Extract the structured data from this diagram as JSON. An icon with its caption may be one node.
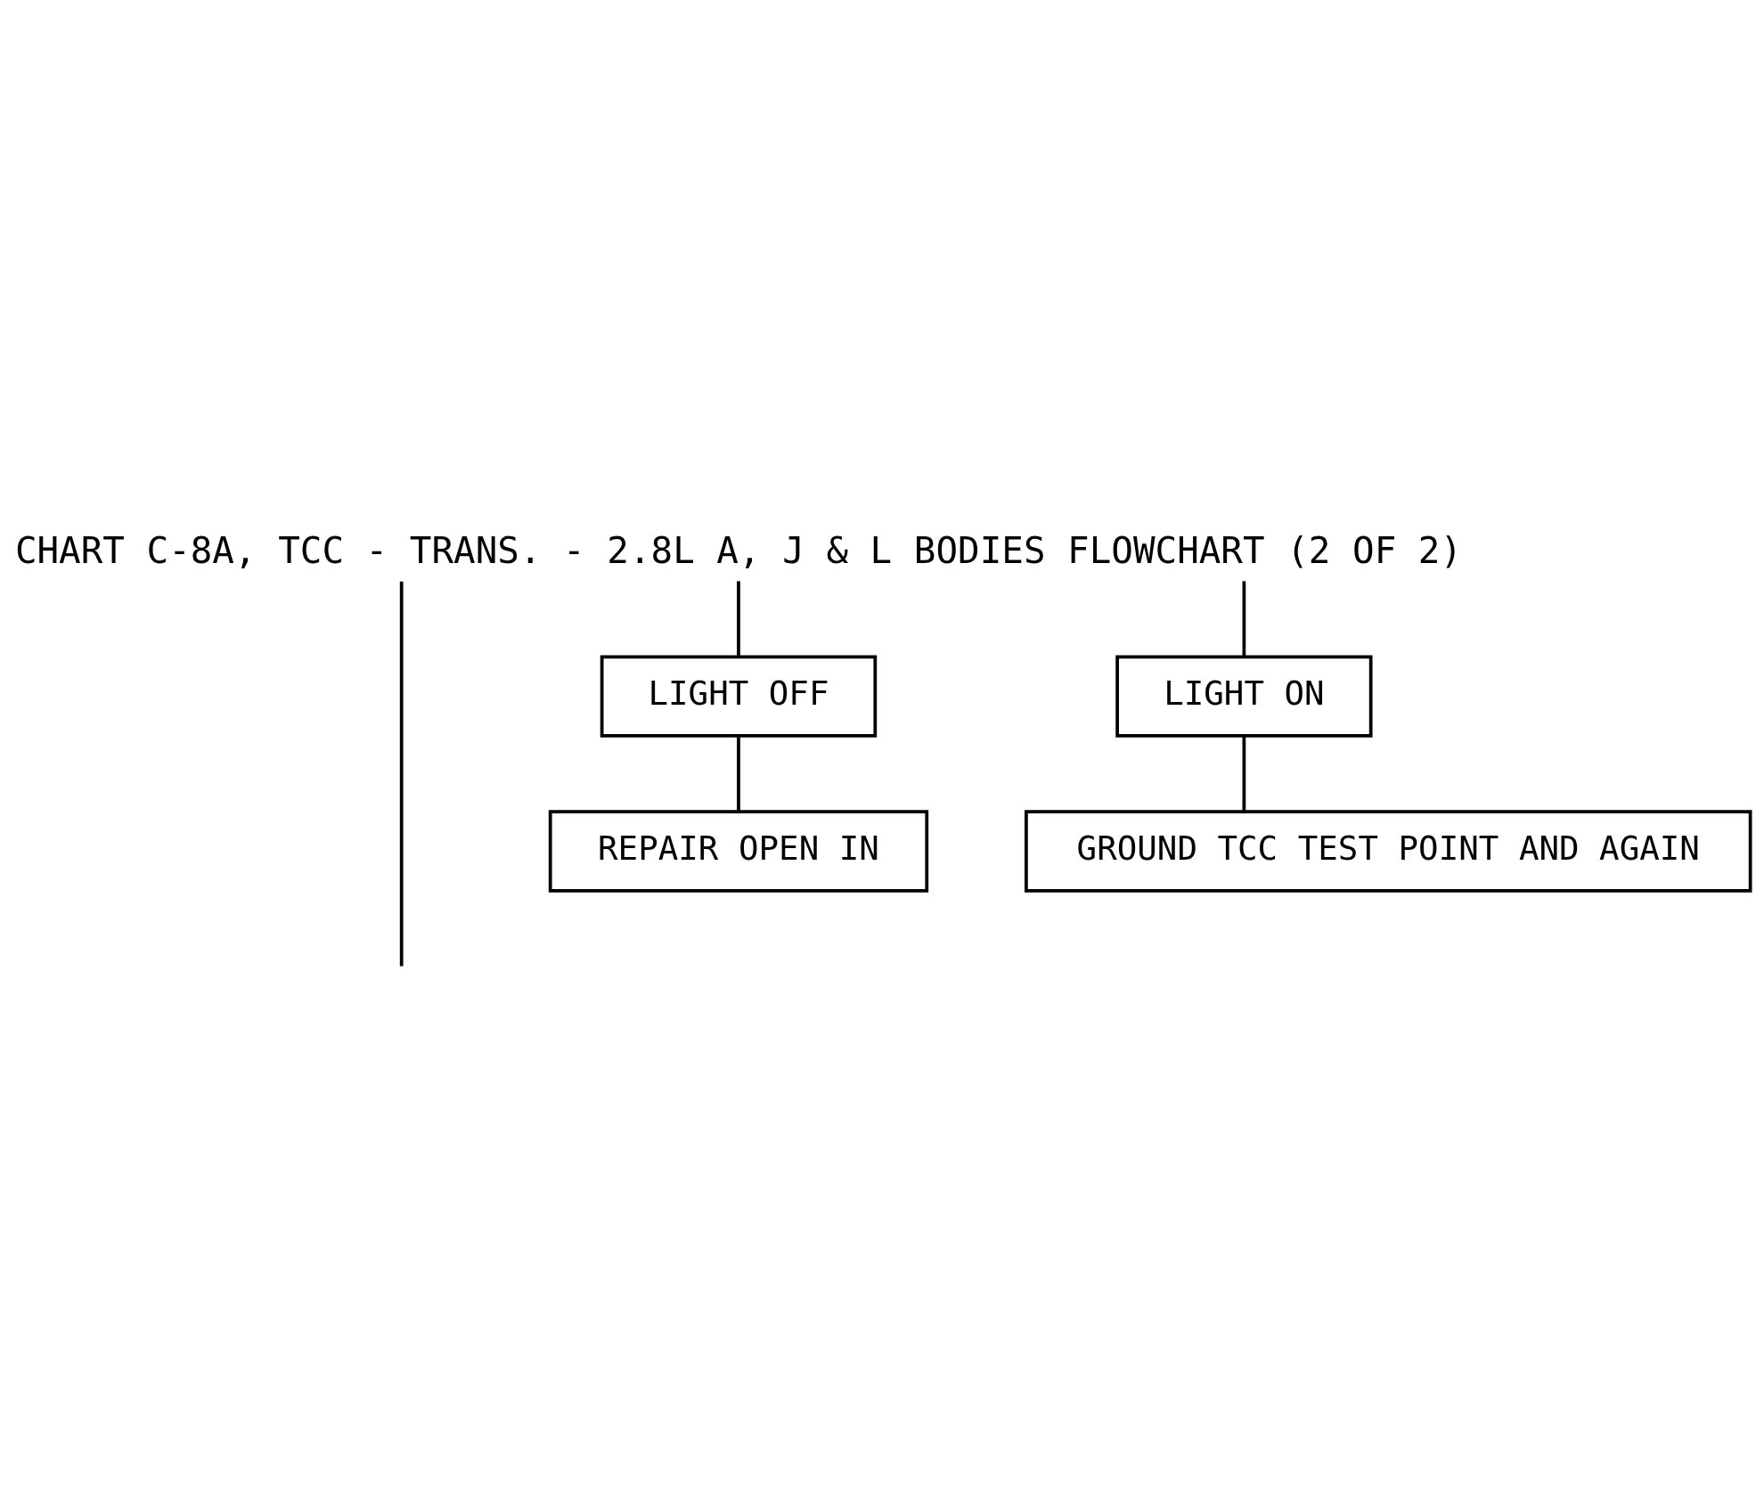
{
  "diagram": {
    "nodes": [
      {
        "text": [
          "CHART C-8A, TCC - TRANS. - 2.8L A, J & L BODIES FLOWCHART (2 OF 2)"
        ]
      },
      {
        "text": [
          "LIGHT OFF"
        ]
      },
      {
        "text": [
          "LIGHT ON"
        ]
      },
      {
        "text": [
          "REPAIR OPEN IN"
        ]
      },
      {
        "text": [
          "GROUND TCC TEST POINT AND AGAIN"
        ]
      }
    ],
    "edges": [
      {
        "from": 0,
        "to": null,
        "arrow": "none"
      },
      {
        "from": 0,
        "to": 1,
        "arrow": "none"
      },
      {
        "from": 0,
        "to": 2,
        "arrow": "none"
      },
      {
        "from": 1,
        "to": 3,
        "arrow": "none"
      },
      {
        "from": 2,
        "to": 4,
        "arrow": "none"
      }
    ]
  }
}
